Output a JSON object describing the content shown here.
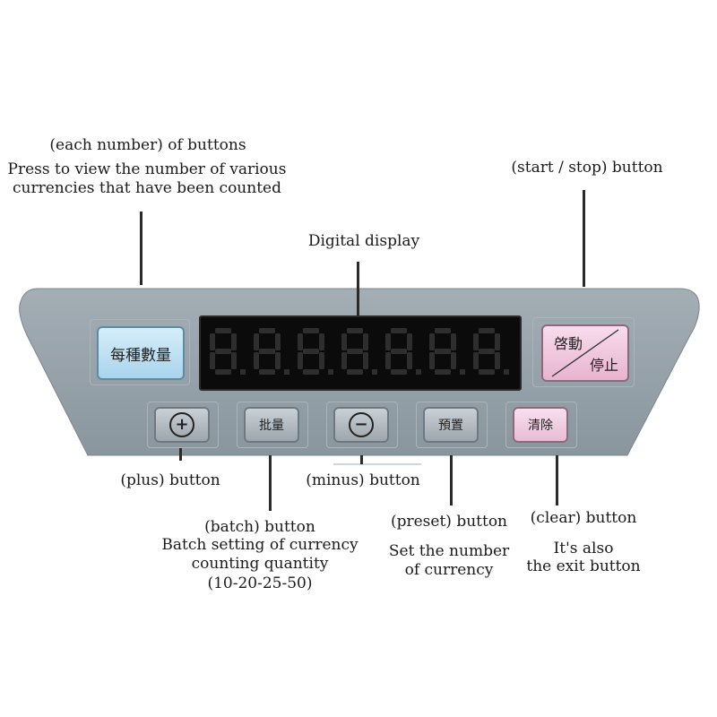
{
  "labels": {
    "each_number_title": "(each number) of buttons",
    "each_number_desc_1": "Press to view the number of various",
    "each_number_desc_2": "currencies that have been counted",
    "display": "Digital display",
    "start_stop": "(start / stop) button",
    "plus": "(plus) button",
    "minus": "(minus) button",
    "batch_title": "(batch) button",
    "batch_desc_1": "Batch setting of currency",
    "batch_desc_2": "counting quantity",
    "batch_desc_3": "(10-20-25-50)",
    "preset_title": "(preset) button",
    "preset_desc_1": "Set the number",
    "preset_desc_2": "of currency",
    "clear_title": "(clear) button",
    "clear_desc_1": "It's also",
    "clear_desc_2": "the exit button"
  },
  "buttons": {
    "each_number": "每種數量",
    "start": "啓動",
    "stop": "停止",
    "plus": "+",
    "batch": "批量",
    "minus": "−",
    "preset": "預置",
    "clear": "清除"
  },
  "display": {
    "digit_count": 7
  },
  "colors": {
    "panel": "#8f9ba3",
    "each_number_button": "#b9dff3",
    "start_stop_button": "#f2c6df",
    "clear_button": "#f0cde2",
    "segment_off": "#2e2e2e"
  }
}
